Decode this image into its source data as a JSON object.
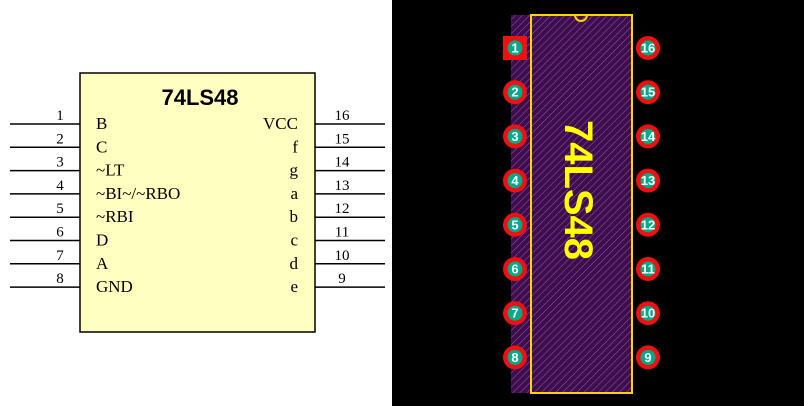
{
  "schematic": {
    "part_name": "74LS48",
    "colors": {
      "body_fill": "#ffffc0",
      "body_stroke": "#000000",
      "pin_line": "#000000",
      "text": "#000000"
    },
    "left_pins": [
      {
        "number": "1",
        "label": "B"
      },
      {
        "number": "2",
        "label": "C"
      },
      {
        "number": "3",
        "label": "~LT"
      },
      {
        "number": "4",
        "label": "~BI~/~RBO"
      },
      {
        "number": "5",
        "label": "~RBI"
      },
      {
        "number": "6",
        "label": "D"
      },
      {
        "number": "7",
        "label": "A"
      },
      {
        "number": "8",
        "label": "GND"
      }
    ],
    "right_pins": [
      {
        "number": "16",
        "label": "VCC"
      },
      {
        "number": "15",
        "label": "f"
      },
      {
        "number": "14",
        "label": "g"
      },
      {
        "number": "13",
        "label": "a"
      },
      {
        "number": "12",
        "label": "b"
      },
      {
        "number": "11",
        "label": "c"
      },
      {
        "number": "10",
        "label": "d"
      },
      {
        "number": "9",
        "label": "e"
      }
    ]
  },
  "pcb": {
    "part_name": "74LS48",
    "colors": {
      "background": "#000000",
      "body_fill": "#3a0f4a",
      "hatch": "#a040b0",
      "outline": "#ffd200",
      "pad": "#ee1111",
      "pad_hole": "#00aa88",
      "label": "#ffff00",
      "pin_number": "#ffffff"
    },
    "left_pads": [
      "1",
      "2",
      "3",
      "4",
      "5",
      "6",
      "7",
      "8"
    ],
    "right_pads": [
      "16",
      "15",
      "14",
      "13",
      "12",
      "11",
      "10",
      "9"
    ]
  }
}
